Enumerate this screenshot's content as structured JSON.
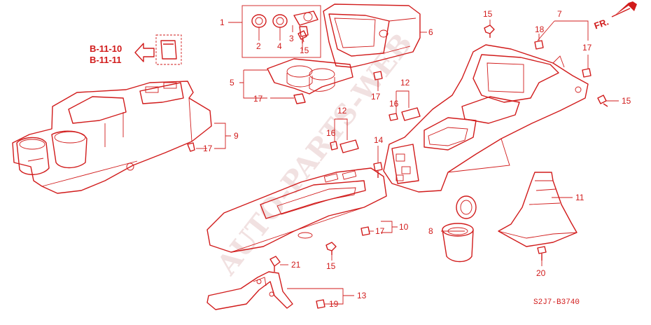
{
  "references": [
    "B-11-10",
    "B-11-11"
  ],
  "direction_label": "FR.",
  "diagram_code": "S2J7-B3740",
  "watermark": "AUTO-PARTS-WEB",
  "callouts": {
    "c1": "1",
    "c2": "2",
    "c3": "3",
    "c4": "4",
    "c5": "5",
    "c6": "6",
    "c7": "7",
    "c8": "8",
    "c9": "9",
    "c10": "10",
    "c11": "11",
    "c12a": "12",
    "c12b": "12",
    "c13": "13",
    "c14": "14",
    "c15a": "15",
    "c15b": "15",
    "c15c": "15",
    "c15d": "15",
    "c16a": "16",
    "c16b": "16",
    "c17a": "17",
    "c17b": "17",
    "c17c": "17",
    "c17d": "17",
    "c17e": "17",
    "c18": "18",
    "c19": "19",
    "c20": "20",
    "c21": "21"
  },
  "colors": {
    "line": "#d11b1b",
    "watermark": "#e7c9c9"
  }
}
